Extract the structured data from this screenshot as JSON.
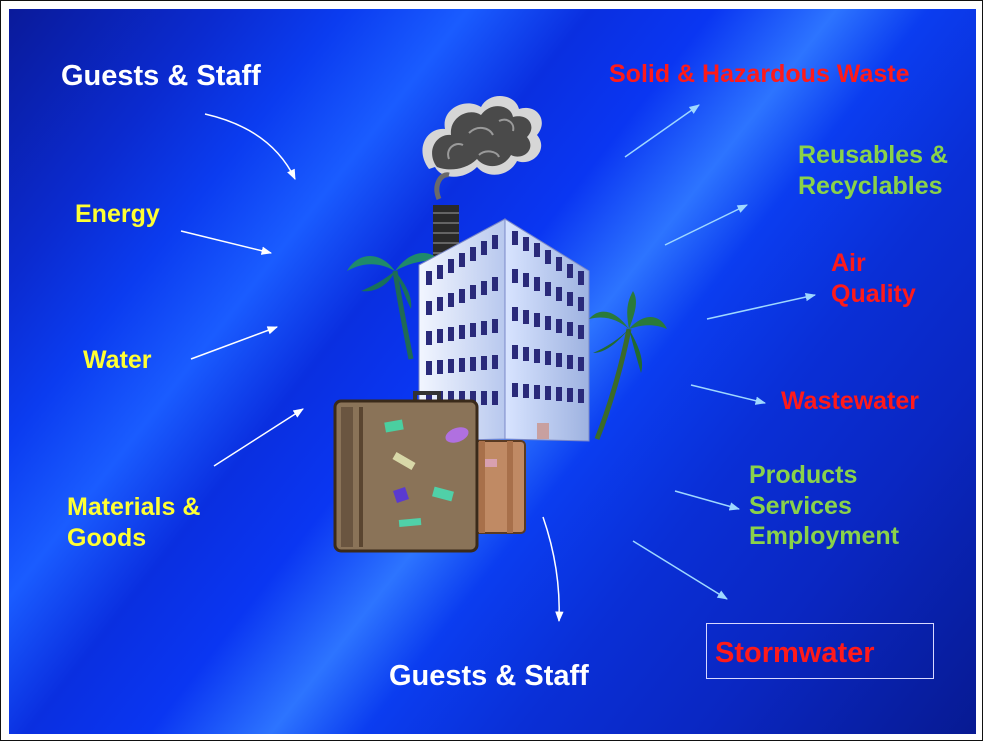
{
  "inputs": {
    "guests_staff_top": "Guests & Staff",
    "energy": "Energy",
    "water": "Water",
    "materials_goods": "Materials &\nGoods"
  },
  "outputs": {
    "solid_waste": "Solid & Hazardous Waste",
    "reusables": "Reusables &\nRecyclables",
    "air_quality": "Air\nQuality",
    "wastewater": "Wastewater",
    "products": "Products\nServices\nEmployment",
    "guests_staff_bottom": "Guests & Staff",
    "stormwater": "Stormwater"
  },
  "colors": {
    "input_label": "#ffff33",
    "waste_label": "#ff1a1a",
    "positive_label": "#8ad24a",
    "guests_label": "#ffffff",
    "background": "#0b3cf0"
  }
}
